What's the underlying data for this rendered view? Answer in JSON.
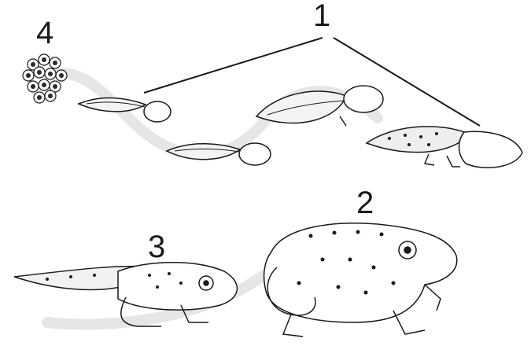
{
  "diagram": {
    "labels": {
      "tadpoles": "1",
      "adult_frog": "2",
      "froglet": "3",
      "eggs": "4"
    },
    "colors": {
      "ink": "#1a1a1a",
      "path": "#e6e6e6",
      "egg_center": "#2a2a2a"
    }
  }
}
